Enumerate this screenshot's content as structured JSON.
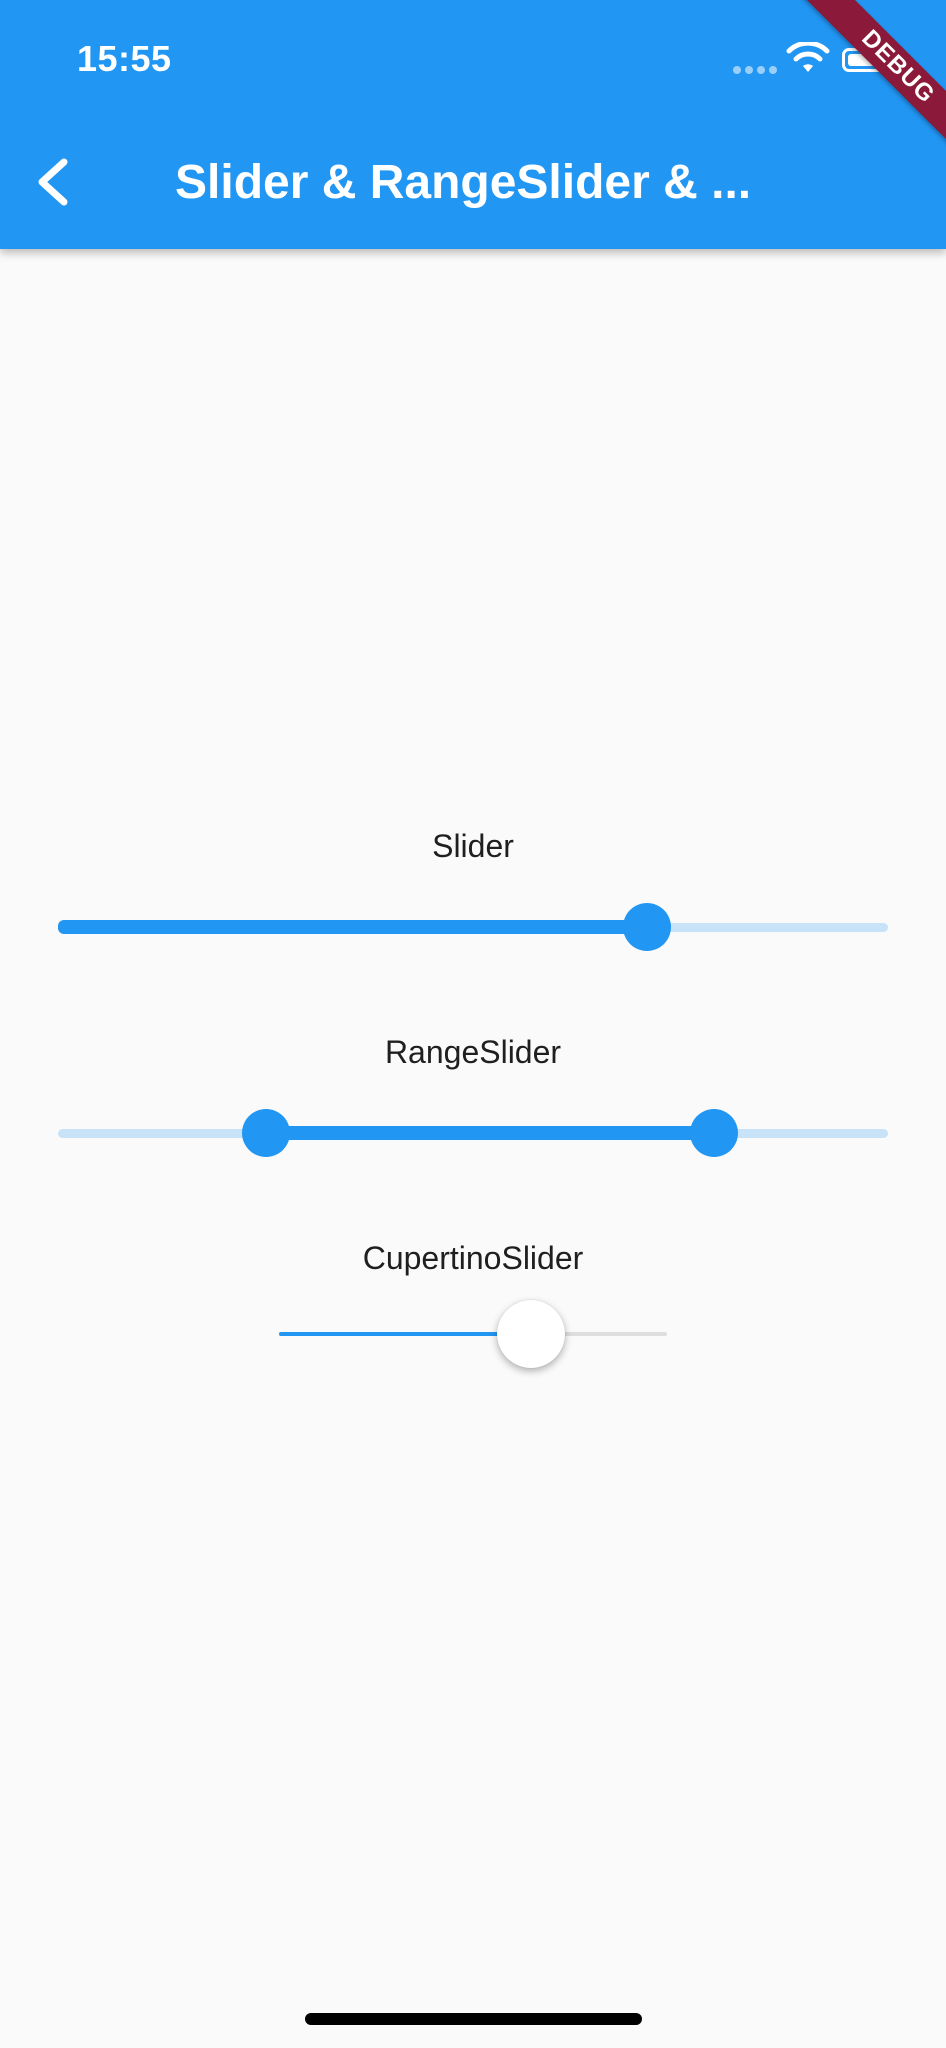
{
  "status_bar": {
    "time": "15:55"
  },
  "app_bar": {
    "title": "Slider & RangeSlider & ...",
    "back_icon": "chevron-left-icon",
    "color": "#2196f3"
  },
  "debug_banner": {
    "label": "DEBUG",
    "color": "#8b1a3a"
  },
  "sliders": {
    "slider": {
      "label": "Slider",
      "value": 0.71
    },
    "range_slider": {
      "label": "RangeSlider",
      "start": 0.25,
      "end": 0.79
    },
    "cupertino_slider": {
      "label": "CupertinoSlider",
      "value": 0.65
    }
  },
  "colors": {
    "accent": "#2196f3",
    "inactive_track": "#c8e2f8",
    "cupertino_inactive": "#dedede",
    "background": "#fafafa"
  }
}
